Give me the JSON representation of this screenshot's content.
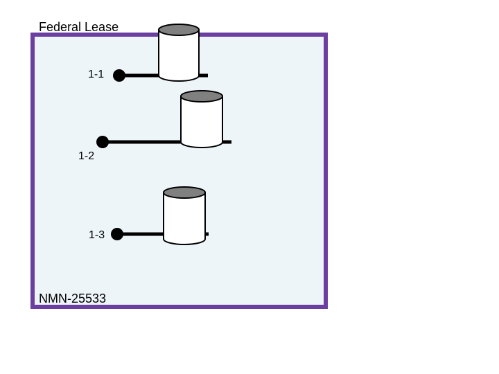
{
  "lease": {
    "title": "Federal Lease",
    "number": "NMN-25533",
    "border_color": "#6b3fa0",
    "fill_color": "#eef5f9"
  },
  "wells": [
    {
      "label": "1-1"
    },
    {
      "label": "1-2"
    },
    {
      "label": "1-3"
    }
  ],
  "colors": {
    "tank_top": "#808080",
    "tank_body": "#ffffff",
    "line": "#000000"
  }
}
